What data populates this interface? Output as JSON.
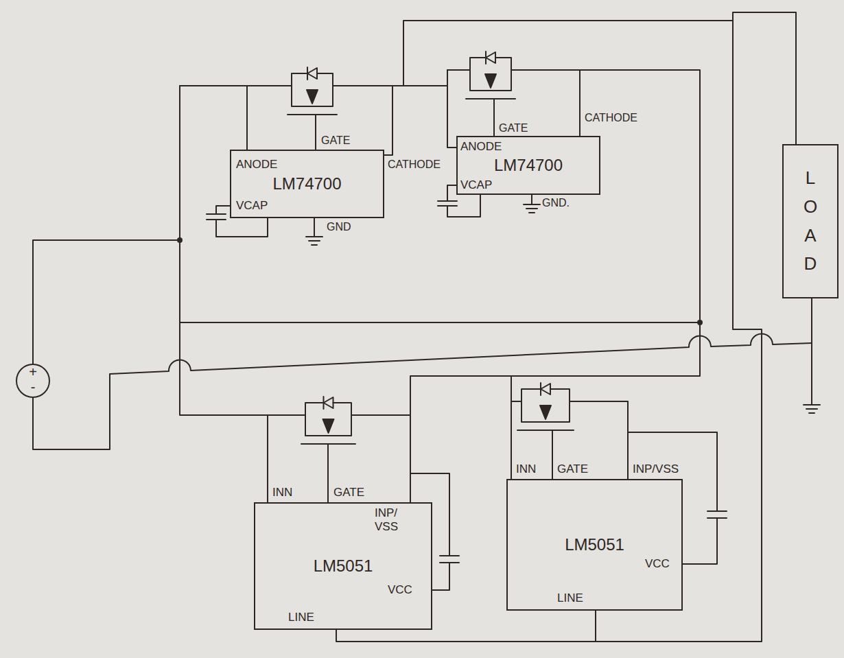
{
  "diagram": {
    "nodes": [
      {
        "text": [
          "LM74700"
        ]
      },
      {
        "text": [
          "LM74700"
        ]
      },
      {
        "text": [
          "LOAD"
        ]
      },
      {
        "text": [
          "LM5051"
        ]
      },
      {
        "text": [
          "LM5051"
        ]
      }
    ],
    "edges": [
      {
        "from": 3,
        "to": 4,
        "arrow": "none"
      },
      {
        "from": 4,
        "to": 2,
        "arrow": "none"
      }
    ],
    "labels": [
      "GATE",
      "ANODE",
      "CATHODE",
      "VCAP",
      "GND",
      "GATE",
      "CATHODE",
      "ANODE",
      "VCAP",
      "GND.",
      "+",
      "-",
      "INN",
      "GATE",
      "INP/ VSS",
      "VCC",
      "LINE",
      "INN",
      "GATE",
      "INP/VSS",
      "VCC",
      "LINE"
    ]
  }
}
